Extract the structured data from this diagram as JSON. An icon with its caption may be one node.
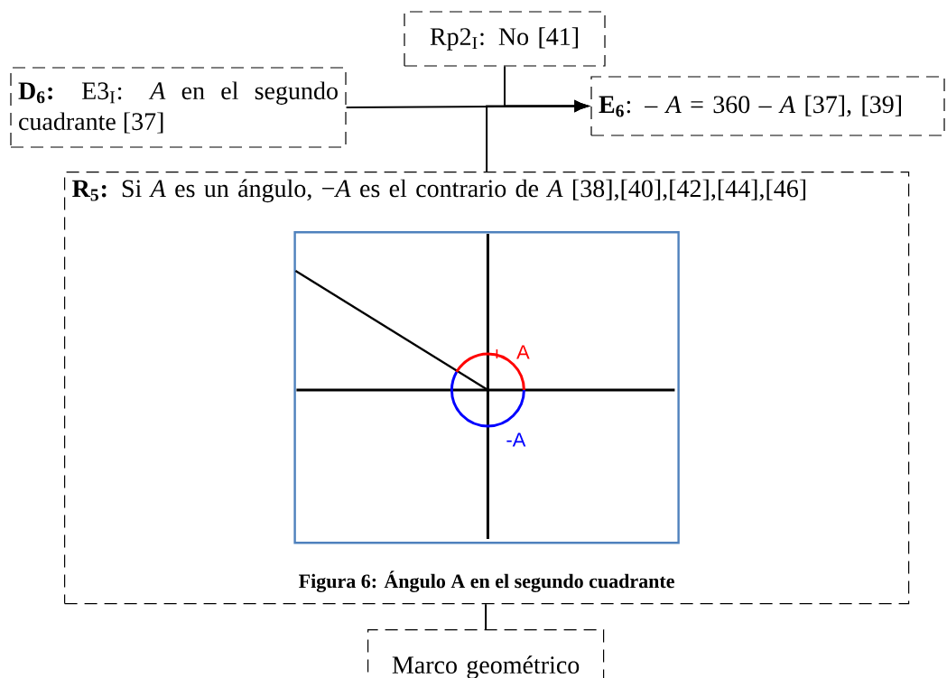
{
  "diagram": {
    "nodes": [
      {
        "text": [
          "Rp2$_{I}$: No [41]"
        ]
      },
      {
        "text": [
          "**D$_{6}$:** E3$_{I}$: *A* en el segundo cuadrante [37]"
        ]
      },
      {
        "text": [
          "**E$_{6}$**: – *A* = 360 – *A*   [37], [39]"
        ]
      },
      {
        "text": [
          "**R$_{5}$:** Si *A* es un ángulo, −*A* es el contrario de *A* [38],[40],[42],[44],[46]"
        ]
      },
      {
        "text": [],
        "shape": "picture",
        "in": 3,
        "beside": [
          "Figura 6: Ángulo A en el segundo cuadrante"
        ]
      },
      {
        "text": [
          "Marco geométrico"
        ]
      }
    ],
    "edges": [
      {
        "from": 1,
        "to": 2,
        "arrow": "to"
      },
      {
        "from": 0,
        "to": 2,
        "arrow": "to"
      },
      {
        "from": 3,
        "to": 2,
        "arrow": "to"
      },
      {
        "from": 3,
        "to": 5,
        "arrow": "none"
      }
    ],
    "labels": [
      "A",
      "-A"
    ]
  }
}
